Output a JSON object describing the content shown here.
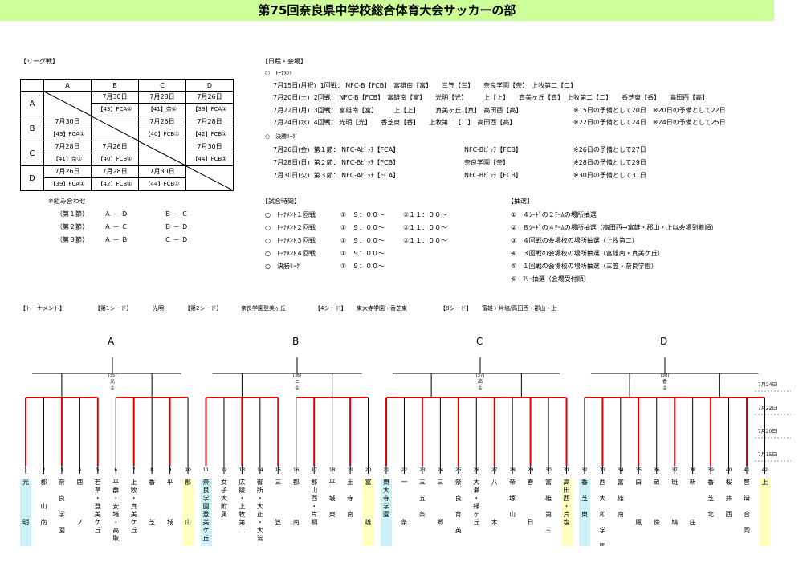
{
  "title": "第75回奈良県中学校総合体育大会サッカーの部",
  "league": {
    "heading": "【リーグ戦】",
    "cols": [
      "A",
      "B",
      "C",
      "D"
    ],
    "rows": [
      {
        "label": "A",
        "cells": [
          null,
          [
            "7月30日",
            "【43】FCA①"
          ],
          [
            "7月28日",
            "【41】奈①"
          ],
          [
            "7月26日",
            "【39】FCA①"
          ]
        ]
      },
      {
        "label": "B",
        "cells": [
          [
            "7月30日",
            "【43】FCA①"
          ],
          null,
          [
            "7月26日",
            "【40】FCB①"
          ],
          [
            "7月28日",
            "【42】FCB①"
          ]
        ]
      },
      {
        "label": "C",
        "cells": [
          [
            "7月28日",
            "【41】奈①"
          ],
          [
            "7月26日",
            "【40】FCB①"
          ],
          null,
          [
            "7月30日",
            "【44】FCB①"
          ]
        ]
      },
      {
        "label": "D",
        "cells": [
          [
            "7月26日",
            "【39】FCA①"
          ],
          [
            "7月28日",
            "【42】FCB①"
          ],
          [
            "7月30日",
            "【44】FCB①"
          ],
          null
        ]
      }
    ],
    "combo_heading": "※組み合わせ",
    "combos": [
      {
        "sec": "（第１節）",
        "m1": "Ａ － Ｄ",
        "m2": "Ｂ － Ｃ"
      },
      {
        "sec": "（第２節）",
        "m1": "Ａ － Ｃ",
        "m2": "Ｂ － Ｄ"
      },
      {
        "sec": "（第３節）",
        "m1": "Ａ － Ｂ",
        "m2": "Ｃ － Ｄ"
      }
    ]
  },
  "schedule": {
    "heading": "【日程・会場】",
    "tourn_label": "○　ﾄｰﾅﾒﾝﾄ",
    "rows": [
      {
        "date": "7月15日(月祝)",
        "round": "1回戦：",
        "venues": "NFC-B【FCB】　富雄南【富】　　三笠【三】　　奈良学園【奈】　上牧第二【二】",
        "note": ""
      },
      {
        "date": "7月20日(土)",
        "round": "2回戦：",
        "venues": "NFC-B【FCB】　富雄南【富】　　光明【光】　　　上【上】　　真美ヶ丘【真】　上牧第二【二】　　香芝東【香】　　高田西【高】",
        "note": ""
      },
      {
        "date": "7月22日(月)",
        "round": "3回戦：",
        "venues": "富雄南【富】　　　上【上】　　　真美ヶ丘【真】　高田西【高】",
        "note": "※15日の予備として20日　※20日の予備として22日"
      },
      {
        "date": "7月24日(水)",
        "round": "4回戦：",
        "venues": "光明【光】　　香芝東【香】　　上牧第二【二】　高田西【高】",
        "note": "※22日の予備として24日　※24日の予備として25日"
      }
    ],
    "league_label": "○　決勝ﾘｰｸﾞ",
    "league_rows": [
      {
        "date": "7月26日(金)",
        "round": "第１節：",
        "v1": "NFC-Aﾋﾟｯﾁ【FCA】",
        "v2": "NFC-Bﾋﾟｯﾁ【FCB】",
        "note": "※26日の予備として27日"
      },
      {
        "date": "7月28日(日)",
        "round": "第２節：",
        "v1": "NFC-Bﾋﾟｯﾁ【FCB】",
        "v2": "奈良学園【奈】",
        "note": "※28日の予備として29日"
      },
      {
        "date": "7月30日(火)",
        "round": "第３節：",
        "v1": "NFC-Aﾋﾟｯﾁ【FCA】",
        "v2": "NFC-Bﾋﾟｯﾁ【FCB】",
        "note": "※30日の予備として31日"
      }
    ]
  },
  "times": {
    "heading": "【試合時間】",
    "rows": [
      {
        "label": "○　ﾄｰﾅﾒﾝﾄ１回戦",
        "a": "①　９：００～",
        "b": "②１１：００～"
      },
      {
        "label": "○　ﾄｰﾅﾒﾝﾄ２回戦",
        "a": "①　９：００～",
        "b": "②１１：００～"
      },
      {
        "label": "○　ﾄｰﾅﾒﾝﾄ３回戦",
        "a": "①　９：００～",
        "b": "②１１：００～"
      },
      {
        "label": "○　ﾄｰﾅﾒﾝﾄ４回戦",
        "a": "①　９：００～",
        "b": ""
      },
      {
        "label": "○　決勝ﾘｰｸﾞ",
        "a": "①　９：００～",
        "b": ""
      }
    ]
  },
  "draw": {
    "heading": "【抽選】",
    "rows": [
      {
        "n": "①",
        "t": "４ｼｰﾄﾞの２ﾁｰﾑの場所抽選"
      },
      {
        "n": "②",
        "t": "８ｼｰﾄﾞの４ﾁｰﾑの場所抽選（高田西→富雄・郡山・上は会場到着順）"
      },
      {
        "n": "③",
        "t": "４回戦の会場校の場所抽選（上牧第二）"
      },
      {
        "n": "④",
        "t": "３回戦の会場校の場所抽選（富雄南・真美ケ丘）"
      },
      {
        "n": "⑤",
        "t": "１回戦の会場校の場所抽選（三笠・奈良学園）"
      },
      {
        "n": "⑥",
        "t": "ﾌﾘｰ抽選（会場受付順）"
      }
    ]
  },
  "seeds": {
    "heading": "【トーナメント】",
    "s1_label": "【第1シード】",
    "s1": "光明",
    "s2_label": "【第2シード】",
    "s2": "奈良学園登美ヶ丘",
    "s4_label": "【4シード】",
    "s4": "東大寺学園・香芝東",
    "s8_label": "【8シード】",
    "s8": "富雄・片塩/高田西・郡山・上"
  },
  "blocks": [
    "A",
    "B",
    "C",
    "D"
  ],
  "date_labels": [
    "7月24日",
    "7月22日",
    "7月20日",
    "7月15日"
  ],
  "colors": {
    "title_bg": "#ccff99",
    "win_line": "#e00000",
    "cyan": "#ccf2f7",
    "yellow": "#ffffc0",
    "score": "#e00000"
  },
  "numbers": [
    "1",
    "2",
    "3",
    "4",
    "5",
    "6",
    "7",
    "8",
    "9",
    "10",
    "11",
    "12",
    "13",
    "14",
    "15",
    "16",
    "17",
    "18",
    "19",
    "20",
    "21",
    "22",
    "23",
    "24",
    "25",
    "26",
    "27",
    "28",
    "29",
    "30",
    "31",
    "32",
    "33",
    "34",
    "35",
    "36",
    "37",
    "38",
    "39",
    "40",
    "41",
    "42"
  ],
  "teams": [
    "光\n\n\n\n\n明",
    "郡\n\n\n山\n\n南",
    "奈\n\n良\n\n学\n\n園",
    "鹿\n\n\n\n\nノ\n\n\n\n\n台",
    "若\n草\n・\n登\n美\nケ\n丘",
    "平\n群\n・\n安\n堵\n・\n高\n取",
    "上\n牧\n・\n真\n美\nケ\n丘",
    "香\n\n\n\n\n芝",
    "平\n\n\n\n\n城",
    "郡\n\n\n\n\n山",
    "奈\n良\n学\n園\n登\n美\nケ\n丘",
    "女\n子\n大\n附\n属",
    "広\n陵\n・\n上\n牧\n第\n二",
    "御\n所\n・\n大\n正\n・\n大\n淀",
    "三\n\n\n\n\n笠",
    "都\n\n\n\n\n南",
    "郡\n山\n西\n・\n片\n桐",
    "平\n\n城\n\n東",
    "王\n\n寺\n\n南",
    "富\n\n\n\n\n雄",
    "東\n大\n寺\n学\n園",
    "一\n\n\n\n\n条",
    "三\n\n五\n\n条",
    "三\n\n\n\n\n郷",
    "奈\n\n良\n\n育\n\n英",
    "大\n瀬\n・\n緑\nヶ\n丘",
    "八\n\n\n\n\n木",
    "帝\n\n塚\n\n山",
    "春\n\n\n\n\n日",
    "富\n\n雄\n\n第\n\n三",
    "高\n田\n西\n・\n片\n塩",
    "香\n\n芝\n\n東",
    "西\n\n大\n\n和\n\n学\n\n園",
    "富\n\n雄\n\n南",
    "白\n\n\n\n\n鳳",
    "畝\n\n\n\n\n傍",
    "斑\n\n\n\n\n鳩",
    "新\n\n\n\n\n庄",
    "香\n\n芝\n\n北",
    "桜\n\n井\n\n西",
    "智\n\n辯\n\n合\n\n同",
    "上"
  ]
}
